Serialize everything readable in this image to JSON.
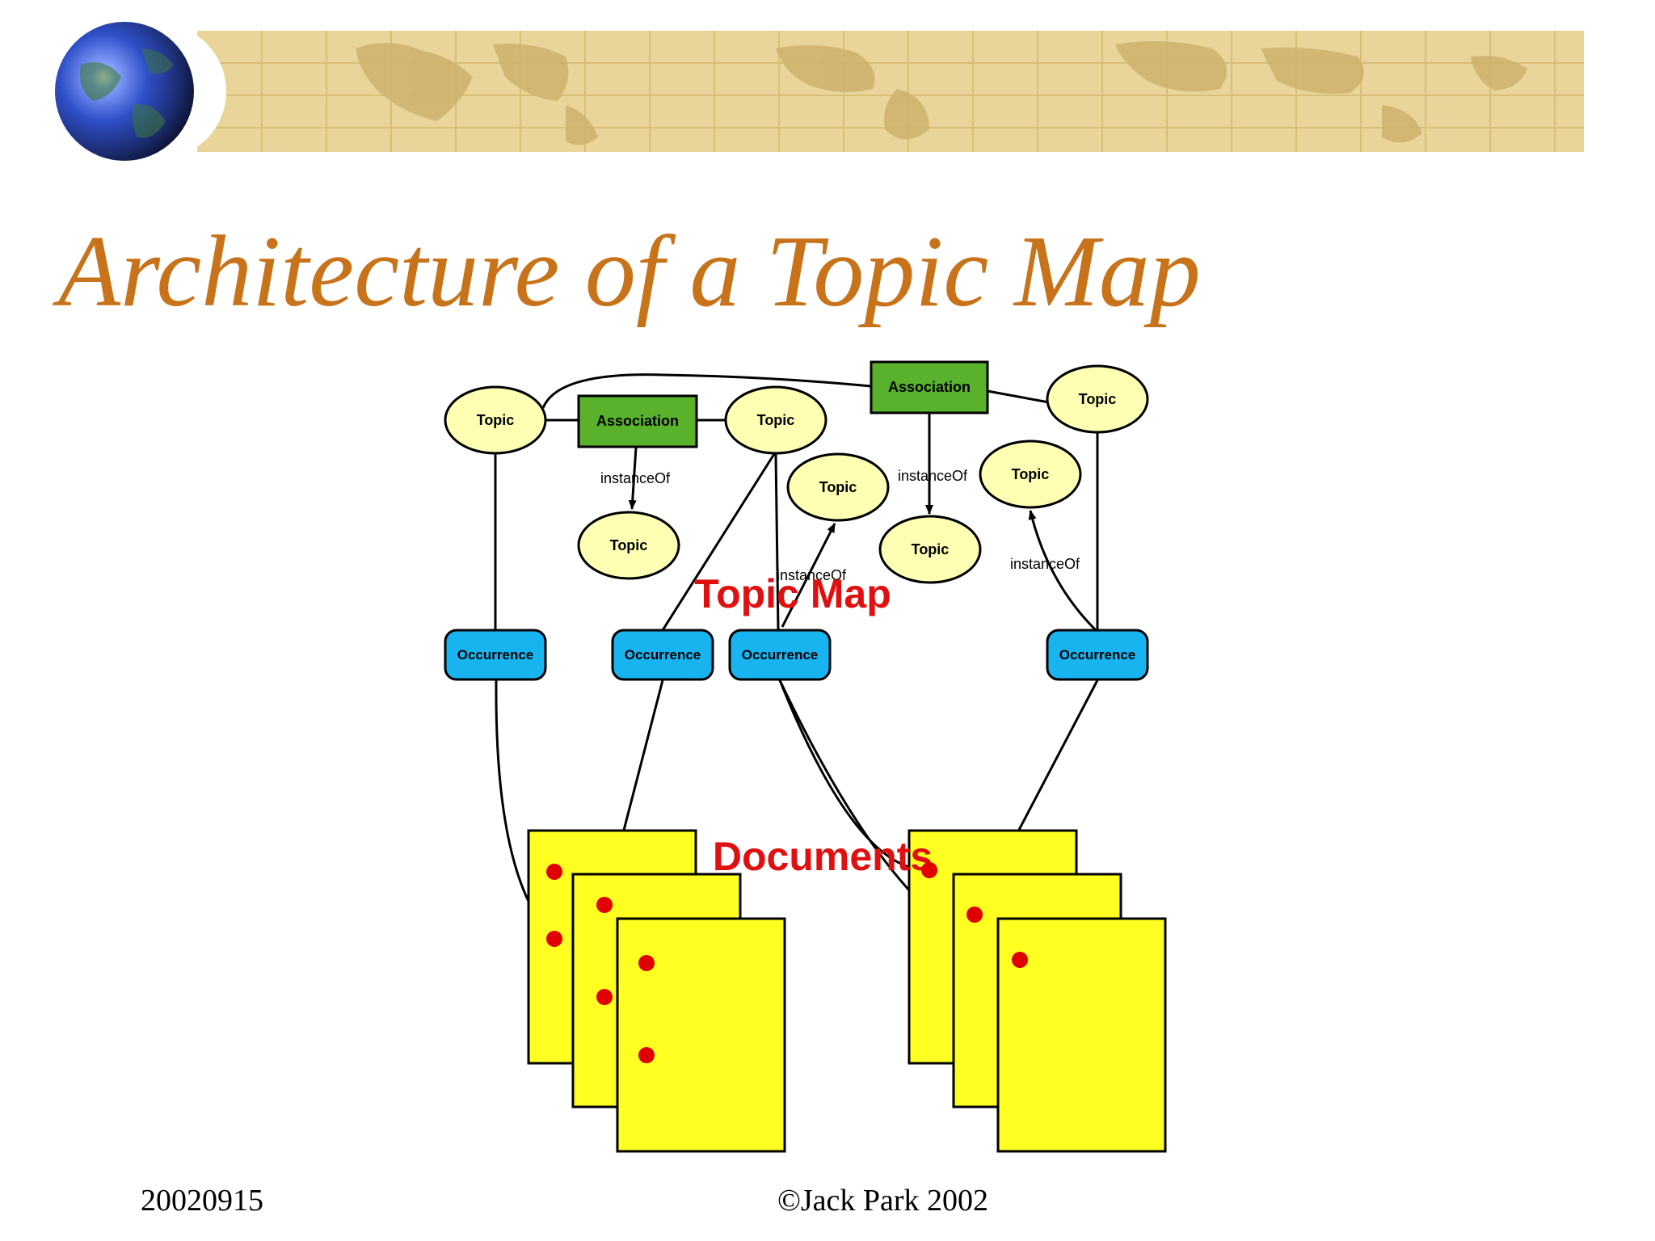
{
  "slide": {
    "title": "Architecture of a Topic Map",
    "footer_date": "20020915",
    "footer_copyright": "©Jack Park 2002"
  },
  "colors": {
    "title": "#c8731a",
    "banner": "#e9d49a",
    "topic_fill": "#ffffb4",
    "association_fill": "#5ab12c",
    "occurrence_fill": "#17b4f0",
    "document_fill": "#ffff22",
    "section_label": "#e01010",
    "link_dot": "#e00000"
  },
  "diagram": {
    "topic_map_label": "Topic Map",
    "documents_label": "Documents",
    "nodes": {
      "topic_1": "Topic",
      "topic_2": "Topic",
      "topic_3": "Topic",
      "topic_4": "Topic",
      "topic_5": "Topic",
      "topic_6": "Topic",
      "topic_7": "Topic",
      "association_1": "Association",
      "association_2": "Association",
      "occurrence_1": "Occurrence",
      "occurrence_2": "Occurrence",
      "occurrence_3": "Occurrence",
      "occurrence_4": "Occurrence"
    },
    "edge_labels": {
      "instance_of_1": "instanceOf",
      "instance_of_2": "instanceOf",
      "instance_of_3": "instanceOf",
      "instance_of_4": "instanceOf"
    }
  }
}
